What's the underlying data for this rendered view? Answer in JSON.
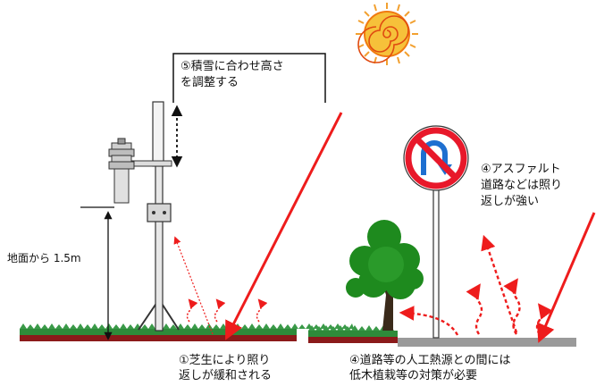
{
  "labels": {
    "height_adjust": [
      "⑤積雪に合わせ高さ",
      "を調整する"
    ],
    "height_value": "地面から 1.5m",
    "lawn_note": [
      "①芝生により照り",
      "返しが緩和される"
    ],
    "asphalt_note": [
      "④アスファルト",
      "道路などは照り",
      "返しが強い"
    ],
    "buffer_note": [
      "④道路等の人工熱源との間には",
      "低木植栽等の対策が必要"
    ]
  },
  "icons": [
    "sun-icon",
    "no-u-turn-sign-icon",
    "tree-icon",
    "weather-station-icon"
  ],
  "colors": {
    "sunlight": "#ee1c1c",
    "reflection": "#ee1c1c",
    "sun": "#f07a10",
    "sign_red": "#e8182a",
    "sign_arrow": "#1e6fd0",
    "grass": "#2e8b3a",
    "soil": "#8b1a1a",
    "asphalt": "#9a9a9a",
    "tree": "#1e8a1e"
  }
}
